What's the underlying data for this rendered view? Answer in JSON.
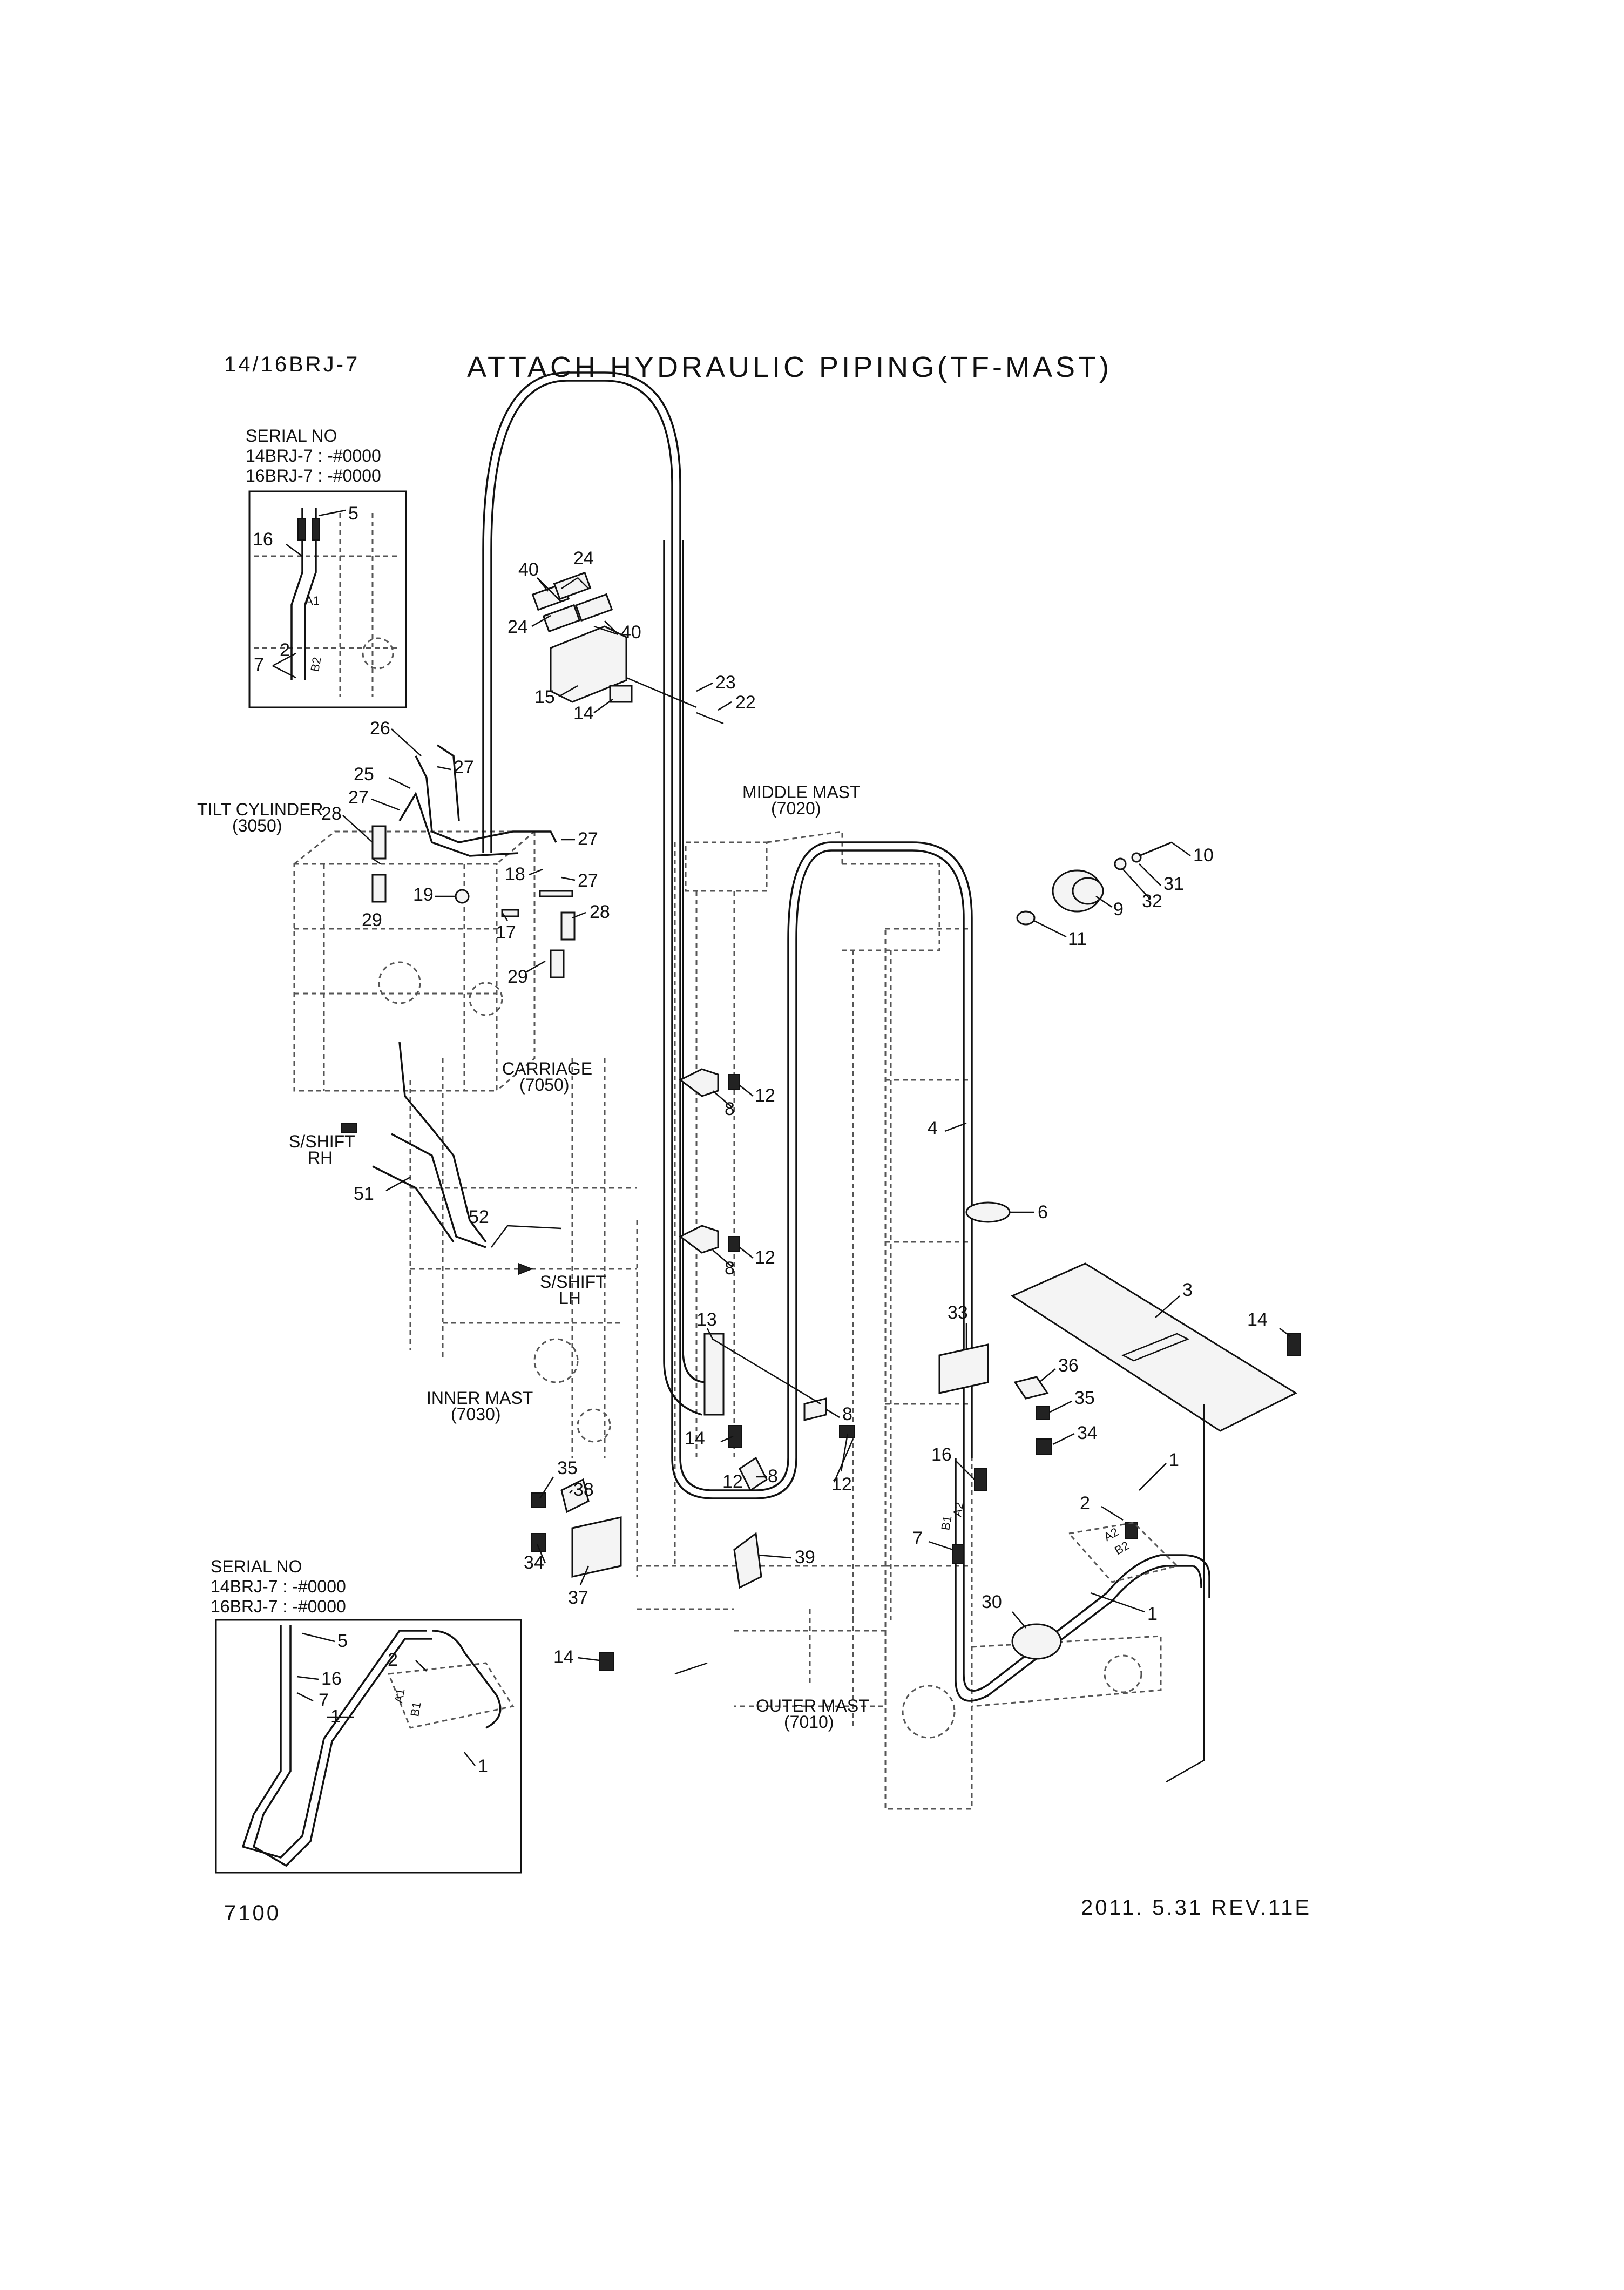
{
  "header": {
    "model": "14/16BRJ-7",
    "title": "ATTACH HYDRAULIC PIPING(TF-MAST)"
  },
  "footer": {
    "page_number": "7100",
    "revision": "2011. 5.31  REV.11E"
  },
  "serial_box_top": {
    "title": "SERIAL NO",
    "line1": "14BRJ-7 : -#0000",
    "line2": "16BRJ-7 : -#0000"
  },
  "serial_box_bottom": {
    "title": "SERIAL NO",
    "line1": "14BRJ-7 : -#0000",
    "line2": "16BRJ-7 : -#0000"
  },
  "assemblies": {
    "tilt_cylinder": "TILT CYLINDER",
    "tilt_cylinder_ref": "(3050)",
    "middle_mast": "MIDDLE MAST",
    "middle_mast_ref": "(7020)",
    "carriage": "CARRIAGE",
    "carriage_ref": "(7050)",
    "inner_mast": "INNER MAST",
    "inner_mast_ref": "(7030)",
    "outer_mast": "OUTER MAST",
    "outer_mast_ref": "(7010)",
    "sshift_rh": "S/SHIFT",
    "sshift_rh_side": "RH",
    "sshift_lh": "S/SHIFT",
    "sshift_lh_side": "LH"
  },
  "callouts": [
    "5",
    "16",
    "7",
    "2",
    "40",
    "24",
    "24",
    "40",
    "15",
    "14",
    "23",
    "22",
    "26",
    "27",
    "25",
    "27",
    "28",
    "27",
    "27",
    "18",
    "19",
    "29",
    "17",
    "28",
    "29",
    "10",
    "31",
    "32",
    "9",
    "11",
    "12",
    "8",
    "4",
    "6",
    "12",
    "8",
    "52",
    "51",
    "3",
    "14",
    "33",
    "36",
    "13",
    "8",
    "35",
    "14",
    "12",
    "8",
    "12",
    "34",
    "1",
    "16",
    "2",
    "35",
    "38",
    "34",
    "37",
    "39",
    "7",
    "30",
    "1",
    "14",
    "5",
    "16",
    "7",
    "1",
    "2",
    "1"
  ],
  "port_marks": [
    "A1",
    "B1",
    "A2",
    "B2",
    "A1",
    "B1",
    "A2",
    "B2"
  ]
}
